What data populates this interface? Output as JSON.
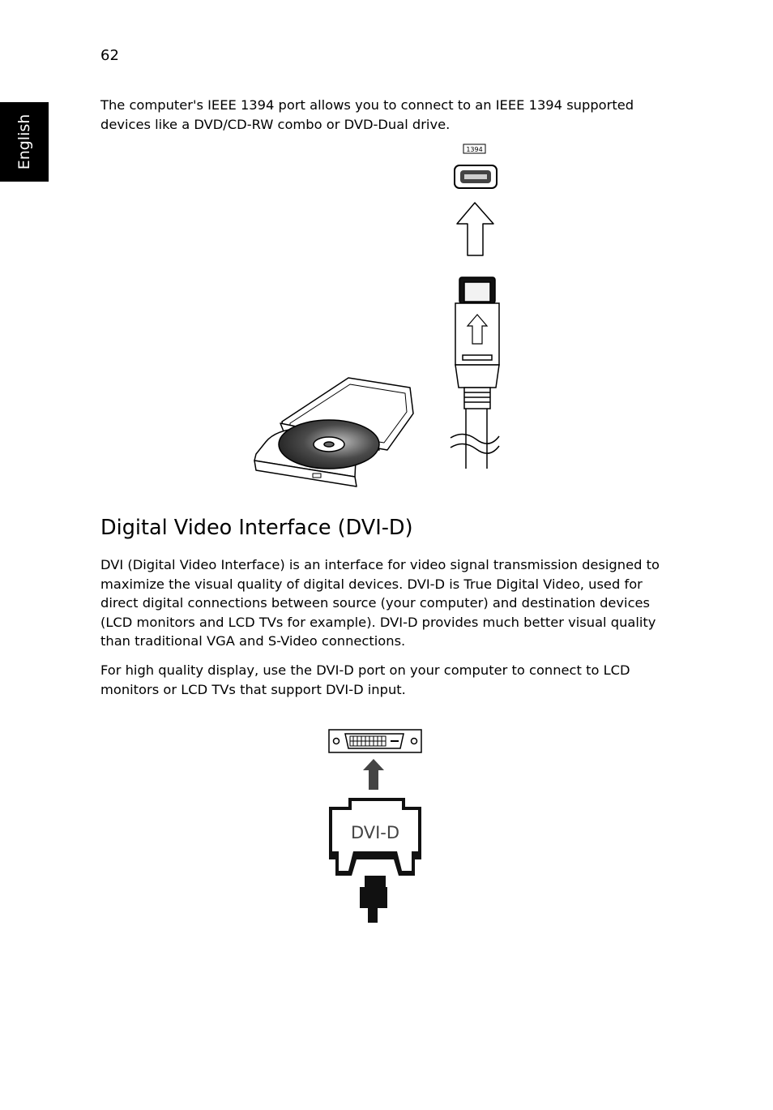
{
  "page": {
    "number": "62",
    "language_tab": "English"
  },
  "intro": {
    "text": "The computer's IEEE 1394 port allows you to connect to an IEEE 1394 supported devices like a DVD/CD-RW combo or DVD-Dual drive."
  },
  "figure_1394": {
    "port_label": "1394"
  },
  "section": {
    "title": "Digital Video Interface (DVI-D)",
    "para1": "DVI (Digital Video Interface) is an interface for video signal transmission designed to maximize the visual quality of digital devices. DVI-D is True Digital Video, used for direct digital connections between source (your computer) and destination devices (LCD monitors and LCD TVs for example). DVI-D provides much better visual quality than traditional VGA and S-Video connections.",
    "para2": "For high quality display, use the DVI-D port on your computer to connect to LCD monitors or LCD TVs that support DVI-D input."
  },
  "figure_dvi": {
    "connector_label": "DVI-D"
  }
}
